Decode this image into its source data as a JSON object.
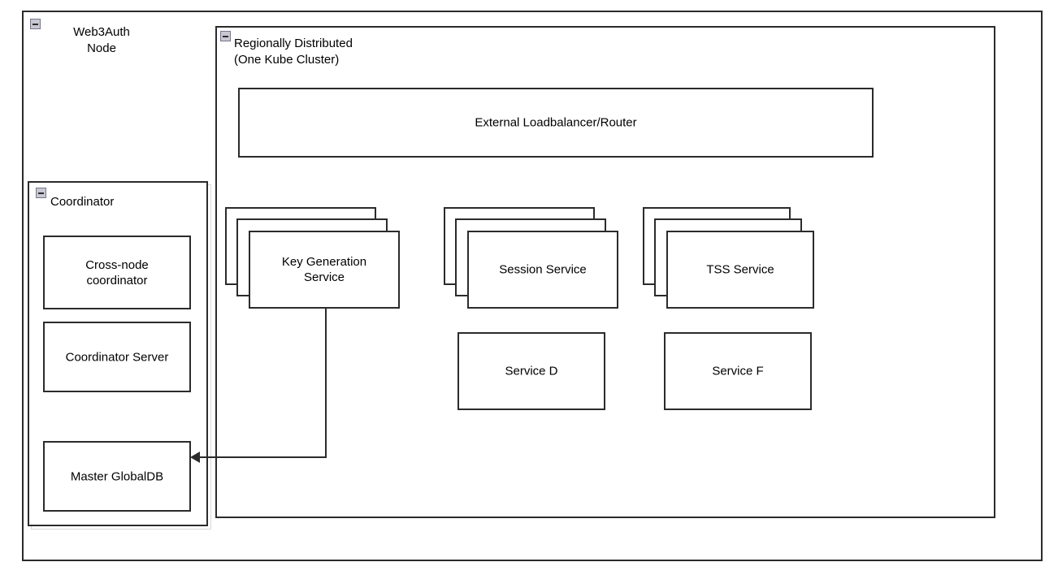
{
  "diagram": {
    "outer_node": {
      "title": "Web3Auth\nNode",
      "collapse_icon": "collapse-minus-icon"
    },
    "cluster": {
      "title": "Regionally Distributed\n(One Kube Cluster)",
      "collapse_icon": "collapse-minus-icon"
    },
    "coordinator": {
      "title": "Coordinator",
      "collapse_icon": "collapse-minus-icon",
      "children": [
        {
          "label": "Cross-node\ncoordinator"
        },
        {
          "label": "Coordinator Server"
        },
        {
          "label": "Master GlobalDB"
        }
      ]
    },
    "loadbalancer": {
      "label": "External Loadbalancer/Router"
    },
    "stacked_services": [
      {
        "label": "Key Generation\nService",
        "replicas": 3
      },
      {
        "label": "Session Service",
        "replicas": 3
      },
      {
        "label": "TSS Service",
        "replicas": 3
      }
    ],
    "plain_services": [
      {
        "label": "Service D"
      },
      {
        "label": "Service F"
      }
    ],
    "connectors": [
      {
        "name": "keygen-to-master-globaldb",
        "from": "Key Generation Service",
        "to": "Master GlobalDB",
        "arrow": "left"
      }
    ],
    "colors": {
      "stroke": "#2b2b2b",
      "fill": "#ffffff",
      "icon_fill": "#c8c8d4",
      "icon_border": "#76768a",
      "shadow": "#d9d9d9"
    }
  }
}
